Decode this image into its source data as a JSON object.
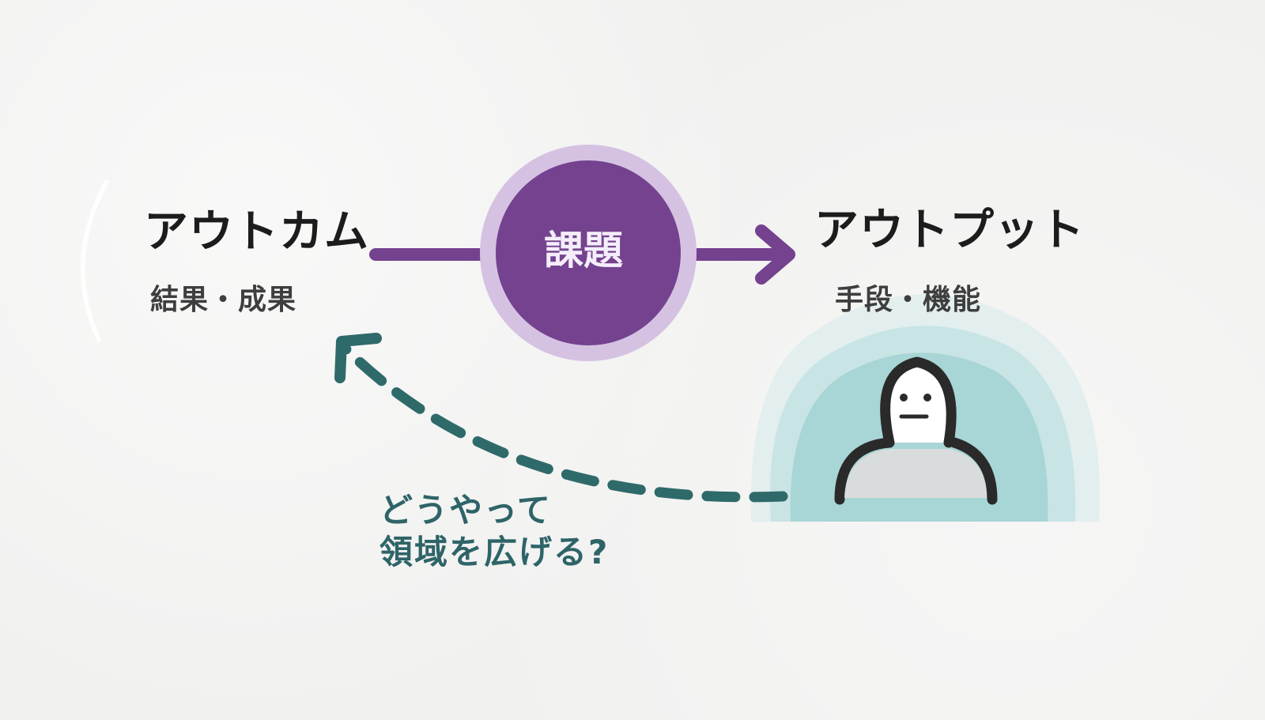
{
  "outcome": {
    "title": "アウトカム",
    "subtitle": "結果・成果"
  },
  "issue": {
    "label": "課題"
  },
  "output": {
    "title": "アウトプット",
    "subtitle": "手段・機能"
  },
  "question": {
    "line1": "どうやって",
    "line2": "領域を広げる?"
  },
  "colors": {
    "purple": "#74428f",
    "purple_light": "#d5c2e2",
    "teal": "#2f6a6a",
    "teal_glow": "#8dc9ca",
    "ink": "#1c1c1c"
  },
  "icons": {
    "person": "person-icon"
  }
}
